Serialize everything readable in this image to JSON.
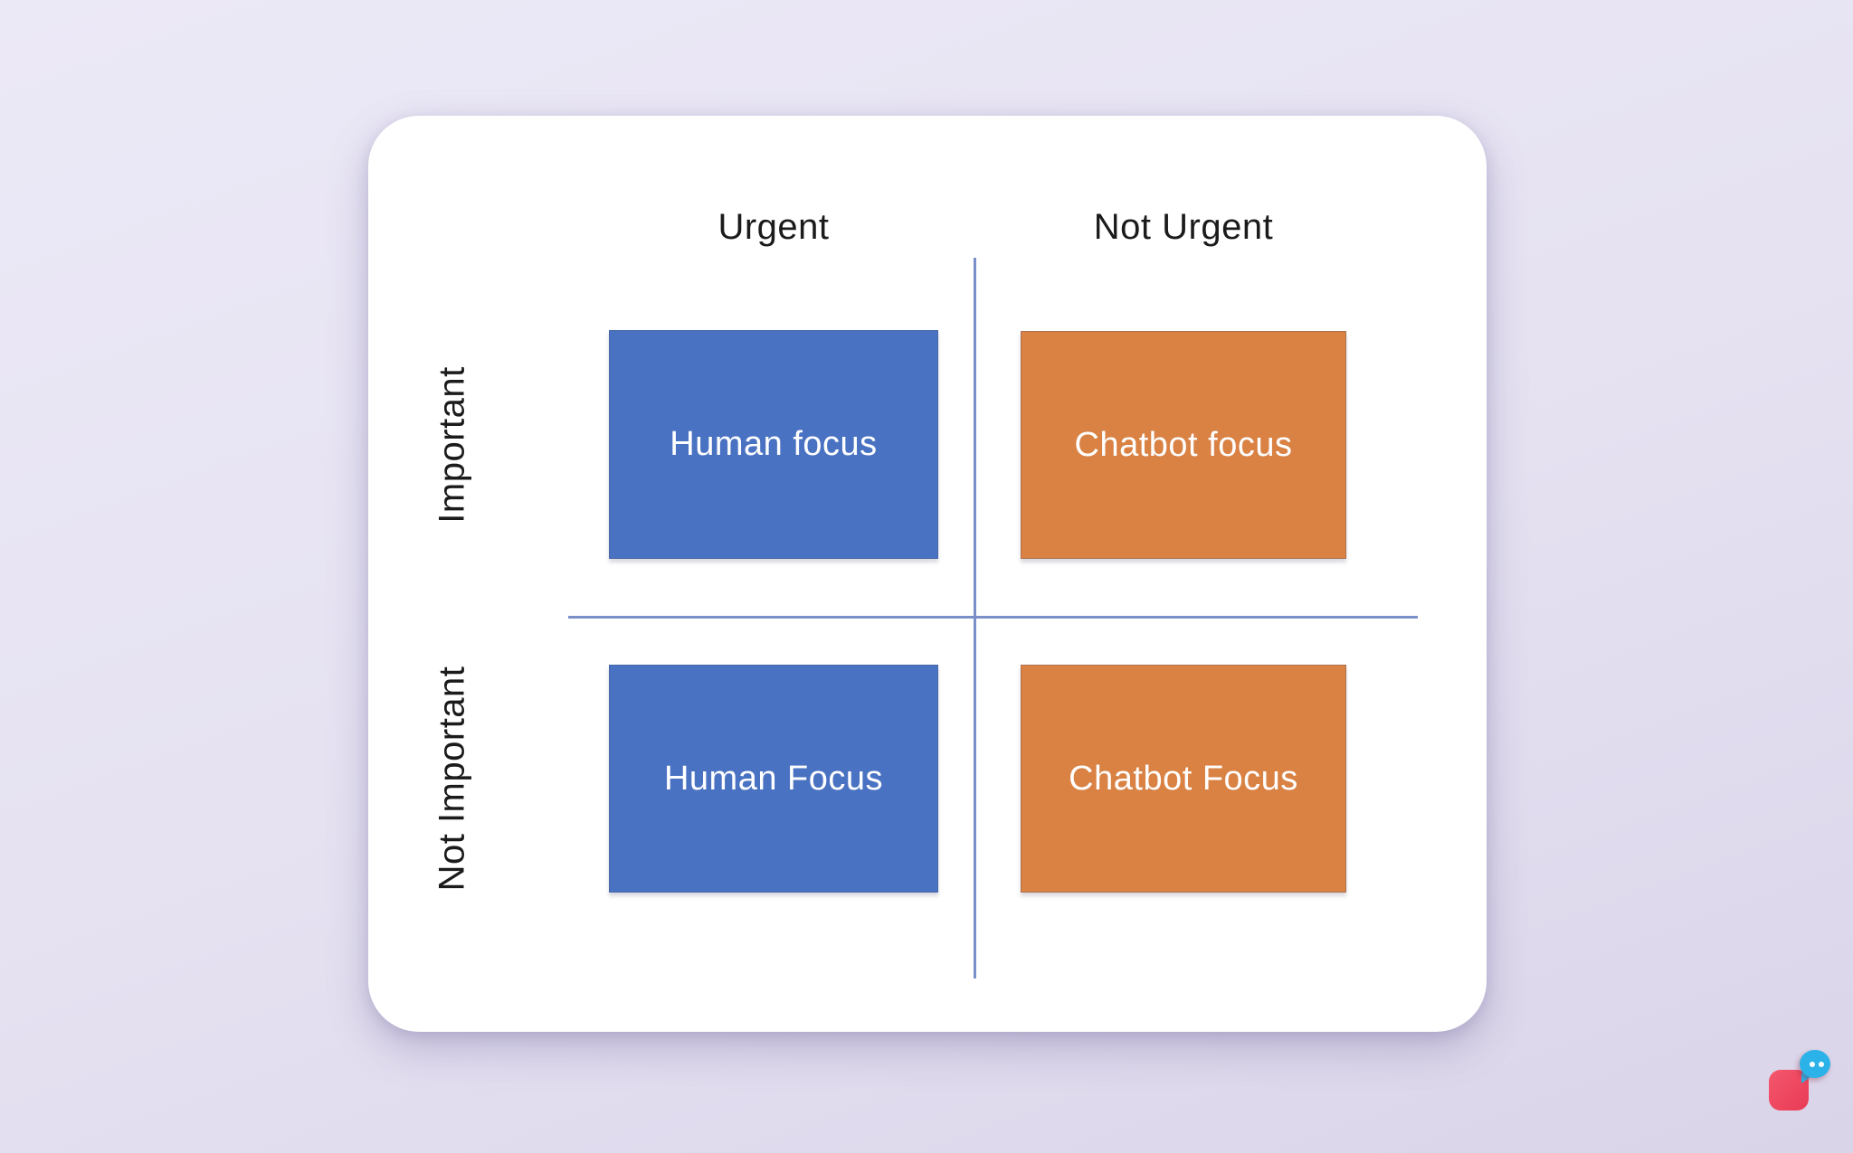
{
  "page": {
    "background_color": "#E6E2F2",
    "card_background": "#FFFFFF"
  },
  "matrix": {
    "title": "Urgent vs Important chatbot/human focus matrix",
    "axis_line_color": "#7B90C8",
    "column_headers": [
      {
        "label": "Urgent"
      },
      {
        "label": "Not Urgent"
      }
    ],
    "row_headers": [
      {
        "label": "Important"
      },
      {
        "label": "Not Important"
      }
    ],
    "quadrants": [
      {
        "row": "Important",
        "column": "Urgent",
        "label": "Human focus",
        "color": "#4A72C2"
      },
      {
        "row": "Important",
        "column": "Not Urgent",
        "label": "Chatbot focus",
        "color": "#D98244"
      },
      {
        "row": "Not Important",
        "column": "Urgent",
        "label": "Human Focus",
        "color": "#4A72C2"
      },
      {
        "row": "Not Important",
        "column": "Not Urgent",
        "label": "Chatbot Focus",
        "color": "#D98244"
      }
    ]
  },
  "logo": {
    "name": "chatbot-app-logo",
    "square_color_top": "#F4586E",
    "square_color_bottom": "#E93B55",
    "bubble_color": "#2BB3E9",
    "dot_color": "#FFFFFF"
  }
}
